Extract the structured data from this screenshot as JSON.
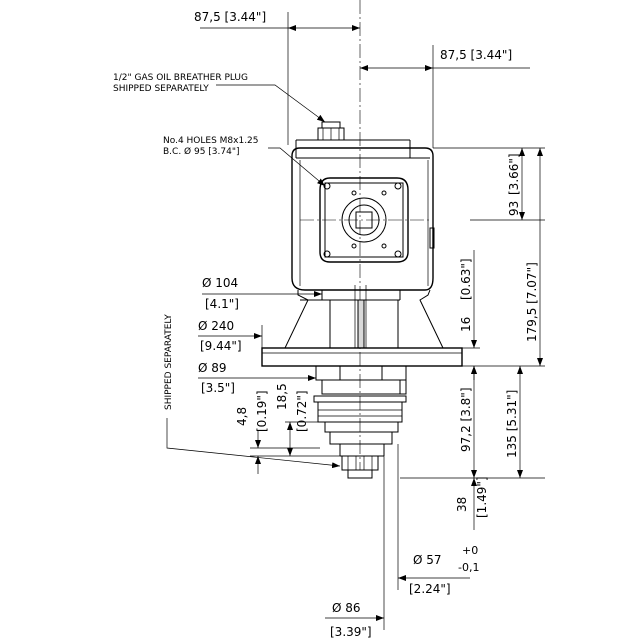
{
  "notes": {
    "breather_line1": "1/2\" GAS OIL BREATHER PLUG",
    "breather_line2": "SHIPPED SEPARATELY",
    "holes_line1": "No.4 HOLES M8x1.25",
    "holes_line2": "B.C. Ø 95 [3.74\"]",
    "shipped_separately": "SHIPPED SEPARATELY"
  },
  "dimensions": {
    "top_left": "87,5 [3.44\"]",
    "top_right": "87,5 [3.44\"]",
    "d93": "93",
    "d93_in": "[3.66\"]",
    "d179": "179,5 [7.07\"]",
    "d16": "16",
    "d16_in": "[0.63\"]",
    "d135": "135 [5.31\"]",
    "d97": "97,2 [3.8\"]",
    "d38": "38",
    "d38_in": "[1.49\"]",
    "dia104": "Ø  104",
    "dia104_in": "[4.1\"]",
    "dia240": "Ø  240",
    "dia240_in": "[9.44\"]",
    "dia89": "Ø  89",
    "dia89_in": "[3.5\"]",
    "d48": "4,8",
    "d48_in": "[0.19\"]",
    "d185": "18,5",
    "d185_in": "[0.72\"]",
    "dia57": "Ø  57",
    "tol_plus": "+0",
    "tol_minus": "-0,1",
    "dia57_in": "[2.24\"]",
    "dia86": "Ø  86",
    "dia86_in": "[3.39\"]"
  }
}
